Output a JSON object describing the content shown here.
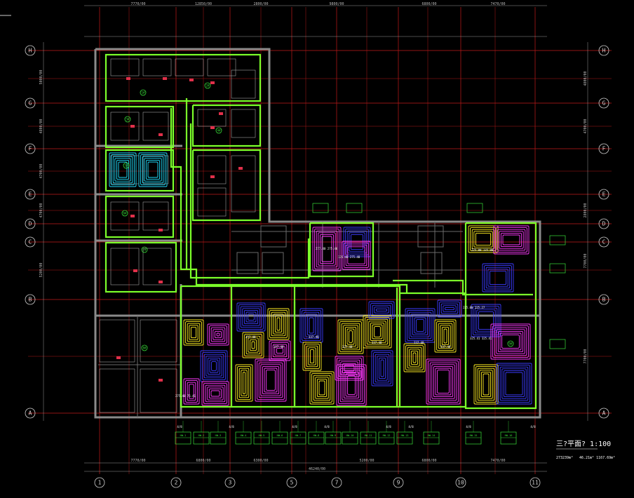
{
  "drawing": {
    "title": "三?平面? 1:100",
    "area_note_a": "273239m²",
    "area_note_b": "46.21m²  1167.69m²",
    "colors": {
      "background": "#000000",
      "grid_line": "#c21a1a",
      "wall": "#8a8a8a",
      "zone_outline": "#7cff2a",
      "coil_magenta": "#ff38ff",
      "coil_yellow": "#ffee22",
      "coil_blue": "#3b3bff",
      "coil_cyan": "#20e0ff",
      "label_box": "#38e038"
    }
  },
  "axes": {
    "columns": [
      "1",
      "2",
      "3",
      "5",
      "7",
      "9",
      "10",
      "11"
    ],
    "rows": [
      "H",
      "G",
      "F",
      "E",
      "D",
      "C",
      "B",
      "A"
    ],
    "top_dims": [
      "7770/00",
      "12850/00",
      "2800/00",
      "9800/00",
      "6800/00",
      "7470/00"
    ],
    "bottom_dims": [
      "7770/00",
      "6800/00",
      "6300/00",
      "5200/00",
      "6800/00",
      "7470/00"
    ],
    "total_dim": "46240/00",
    "left_dims": [
      "5000/00",
      "4800/00",
      "4700/00",
      "4700/00",
      "5200/00"
    ],
    "right_dims": [
      "4800/00",
      "4700/00",
      "2800/00",
      "7700/00",
      "7700/00"
    ]
  },
  "zones": [
    {
      "id": "1",
      "label": "1#"
    },
    {
      "id": "2",
      "label": "2#"
    },
    {
      "id": "3",
      "label": "3#"
    },
    {
      "id": "4",
      "label": "4#"
    },
    {
      "id": "5",
      "label": "5#"
    },
    {
      "id": "6",
      "label": "6#"
    },
    {
      "id": "7",
      "label": "7#"
    },
    {
      "id": "8",
      "label": "8#"
    },
    {
      "id": "9",
      "label": "9#"
    }
  ],
  "pipe_labels": {
    "top_b": [
      "277.40  275.40",
      "135.40  275.40"
    ],
    "middle": [
      "337.40",
      "337.40",
      "337.40",
      "337.40",
      "337.40",
      "337.40",
      "337.40"
    ],
    "bottom_left": "275.40  75.41",
    "right_top": "225.00  135.00",
    "right_mid": "225.00  225.27",
    "right_bottom": "325.41  325.41"
  },
  "riser_labels": [
    "4/8",
    "4/8",
    "4/8",
    "4/8",
    "4/8",
    "4/8",
    "4/8",
    "4/8"
  ],
  "manifold_tags": [
    "HW-1",
    "HW-2",
    "HW-3",
    "HW-4",
    "HW-5",
    "HW-6",
    "HW-7",
    "HW-8",
    "HW-9",
    "HW-10",
    "HW-11",
    "HW-12",
    "HW-13",
    "HW-14",
    "HW-15",
    "HW-16"
  ]
}
